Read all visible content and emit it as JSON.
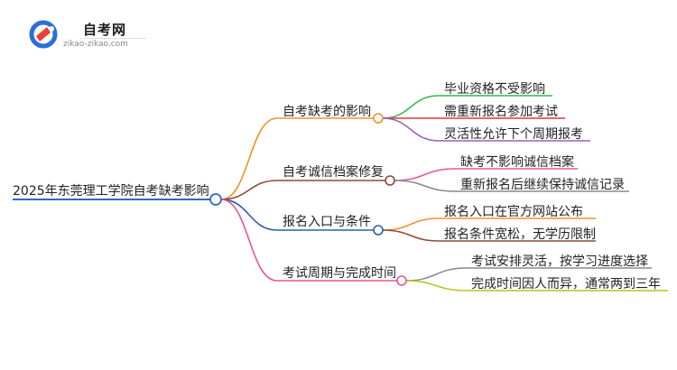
{
  "logo": {
    "title": "自考网",
    "subtitle": "zikao-zikao.com",
    "colors": {
      "ring": "#2b6fd6",
      "accent": "#e8423a"
    }
  },
  "root": {
    "label": "2025年东莞理工学院自考缺考影响",
    "color": "#2f6db5"
  },
  "branches": [
    {
      "label": "自考缺考的影响",
      "color": "#f0922b",
      "children": [
        {
          "label": "毕业资格不受影响",
          "color": "#2fb84a"
        },
        {
          "label": "需重新报名参加考试",
          "color": "#d63a3a"
        },
        {
          "label": "灵活性允许下个周期报考",
          "color": "#9a5cc6"
        }
      ]
    },
    {
      "label": "自考诚信档案修复",
      "color": "#8b4a3a",
      "children": [
        {
          "label": "缺考不影响诚信档案",
          "color": "#e8559a"
        },
        {
          "label": "重新报名后继续保持诚信记录",
          "color": "#8a8a8a"
        }
      ]
    },
    {
      "label": "报名入口与条件",
      "color": "#2a5fa8",
      "children": [
        {
          "label": "报名入口在官方网站公布",
          "color": "#f0922b"
        },
        {
          "label": "报名条件宽松，无学历限制",
          "color": "#8b4a3a"
        }
      ]
    },
    {
      "label": "考试周期与完成时间",
      "color": "#e8559a",
      "children": [
        {
          "label": "考试安排灵活，按学习进度选择",
          "color": "#8a8a8a"
        },
        {
          "label": "完成时间因人而异，通常两到三年",
          "color": "#b8c21a"
        }
      ]
    }
  ]
}
